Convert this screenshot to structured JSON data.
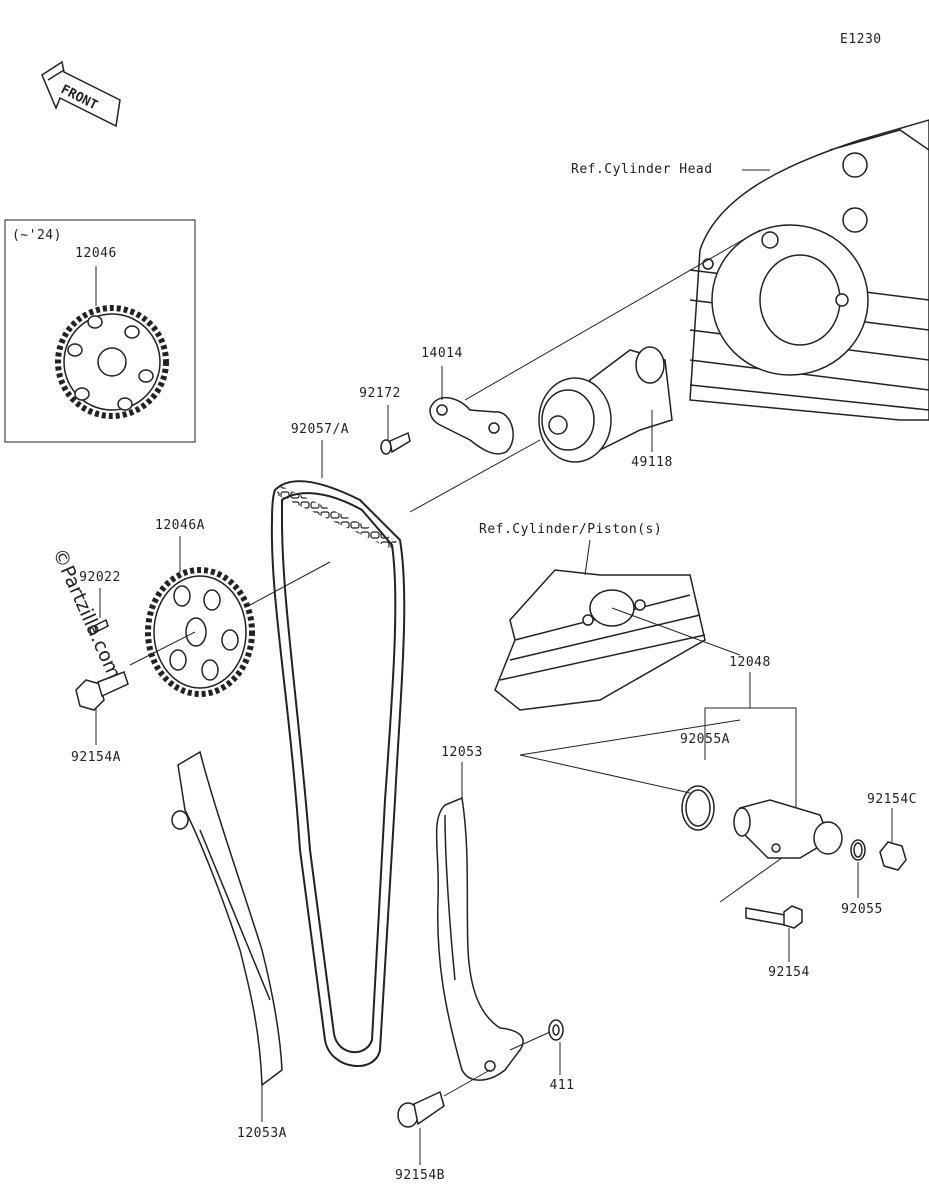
{
  "diagram": {
    "code": "E1230",
    "front_label": "FRONT",
    "watermark": "©Partzilla.com",
    "variant_note": "(~'24)",
    "refs": {
      "cylinder_head": "Ref.Cylinder Head",
      "cylinder_piston": "Ref.Cylinder/Piston(s)"
    },
    "parts": {
      "p12046": "12046",
      "p14014": "14014",
      "p92172": "92172",
      "p92057A": "92057/A",
      "p49118": "49118",
      "p12046A": "12046A",
      "p92022": "92022",
      "p92154A": "92154A",
      "p12053": "12053",
      "p12048": "12048",
      "p92055A": "92055A",
      "p92154C": "92154C",
      "p92055": "92055",
      "p92154": "92154",
      "p411": "411",
      "p12053A": "12053A",
      "p92154B": "92154B"
    }
  }
}
